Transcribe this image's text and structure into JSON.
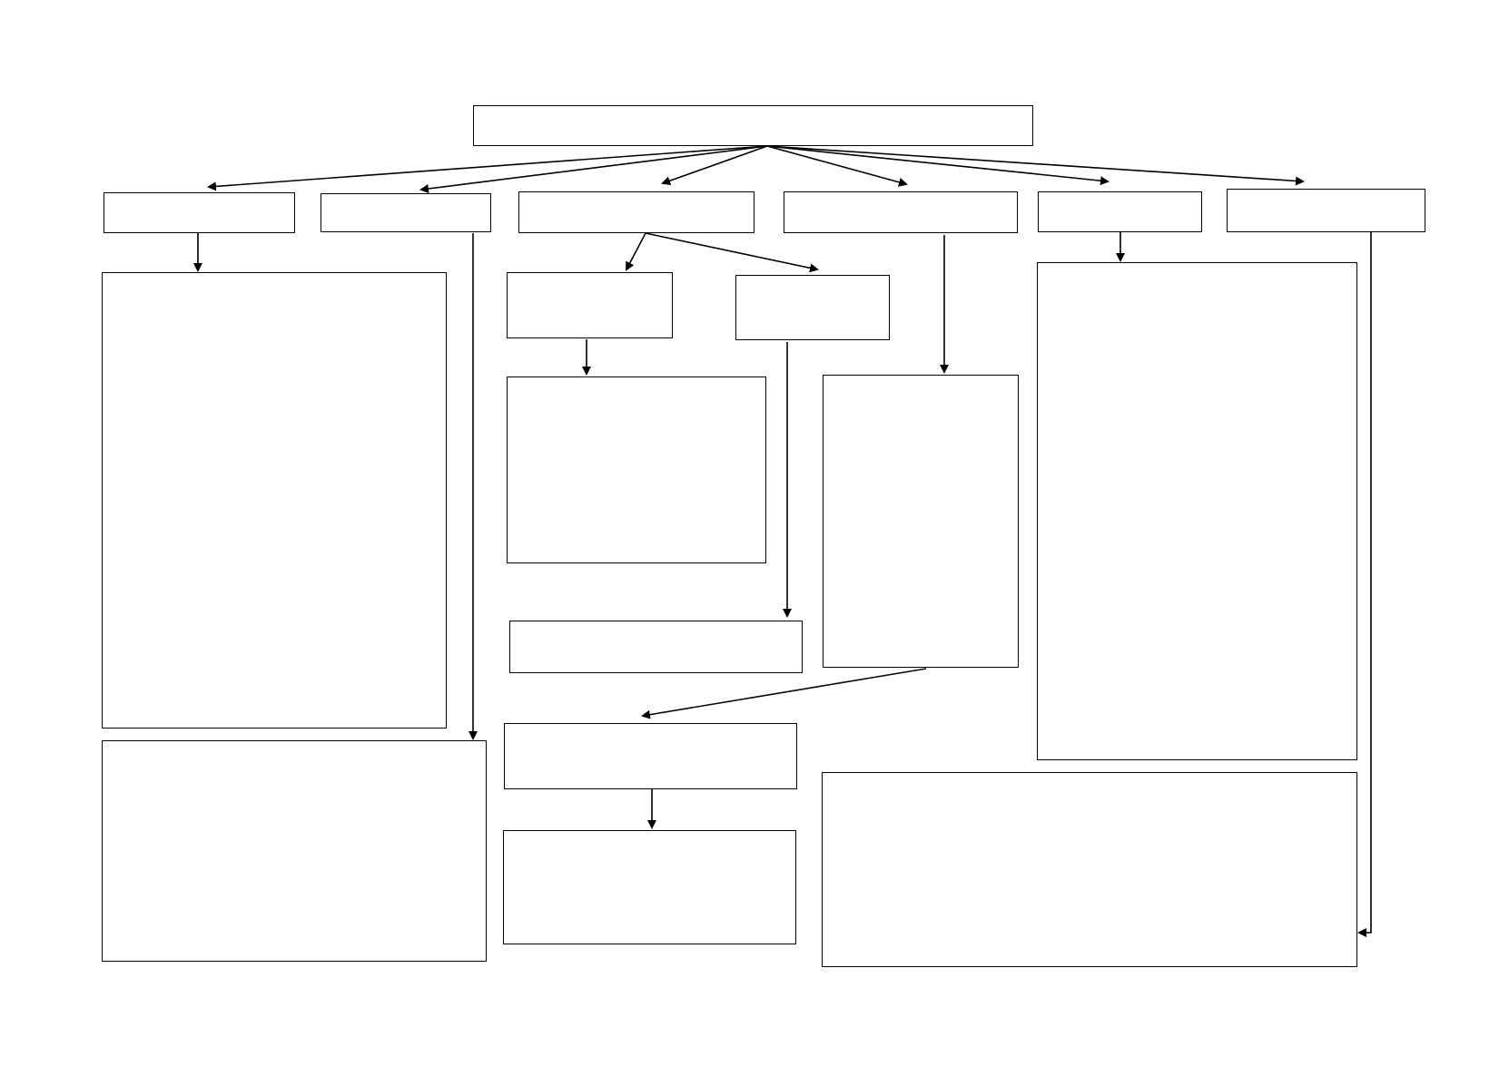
{
  "diagram": {
    "type": "flowchart",
    "boxes": [
      {
        "id": "root",
        "label": ""
      },
      {
        "id": "level1-a",
        "label": ""
      },
      {
        "id": "level1-b",
        "label": ""
      },
      {
        "id": "level1-c",
        "label": ""
      },
      {
        "id": "level1-d",
        "label": ""
      },
      {
        "id": "level1-e",
        "label": ""
      },
      {
        "id": "level1-f",
        "label": ""
      },
      {
        "id": "a-detail",
        "label": ""
      },
      {
        "id": "b-detail",
        "label": ""
      },
      {
        "id": "c-left",
        "label": ""
      },
      {
        "id": "c-right",
        "label": ""
      },
      {
        "id": "c-left-detail",
        "label": ""
      },
      {
        "id": "c-right-detail",
        "label": ""
      },
      {
        "id": "d-detail",
        "label": ""
      },
      {
        "id": "d-next",
        "label": ""
      },
      {
        "id": "d-next-detail",
        "label": ""
      },
      {
        "id": "e-detail",
        "label": ""
      },
      {
        "id": "f-detail",
        "label": ""
      }
    ],
    "edges": [
      {
        "from": "root",
        "to": "level1-a"
      },
      {
        "from": "root",
        "to": "level1-b"
      },
      {
        "from": "root",
        "to": "level1-c"
      },
      {
        "from": "root",
        "to": "level1-d"
      },
      {
        "from": "root",
        "to": "level1-e"
      },
      {
        "from": "root",
        "to": "level1-f"
      },
      {
        "from": "level1-a",
        "to": "a-detail"
      },
      {
        "from": "level1-b",
        "to": "b-detail"
      },
      {
        "from": "level1-c",
        "to": "c-left"
      },
      {
        "from": "level1-c",
        "to": "c-right"
      },
      {
        "from": "c-left",
        "to": "c-left-detail"
      },
      {
        "from": "c-right",
        "to": "c-right-detail"
      },
      {
        "from": "level1-d",
        "to": "d-detail"
      },
      {
        "from": "d-detail",
        "to": "d-next"
      },
      {
        "from": "d-next",
        "to": "d-next-detail"
      },
      {
        "from": "level1-e",
        "to": "e-detail"
      },
      {
        "from": "level1-f",
        "to": "f-detail"
      }
    ],
    "colors": {
      "stroke": "#000000",
      "fill": "#ffffff"
    }
  }
}
